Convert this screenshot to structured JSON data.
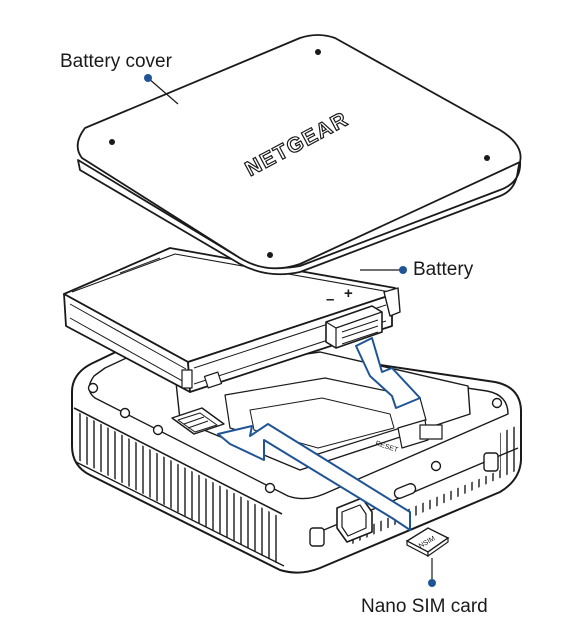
{
  "callouts": {
    "battery_cover": "Battery cover",
    "battery": "Battery",
    "nano_sim_card": "Nano SIM card"
  },
  "device": {
    "brand_logo": "NETGEAR",
    "battery_polarity_minus": "–",
    "battery_polarity_plus": "+",
    "reset_label": "RESET",
    "sim_label": "NSIM"
  },
  "colors": {
    "outline": "#1a1a1a",
    "callout_dot": "#1f5596",
    "insertion_arrow": "#1f5596"
  }
}
